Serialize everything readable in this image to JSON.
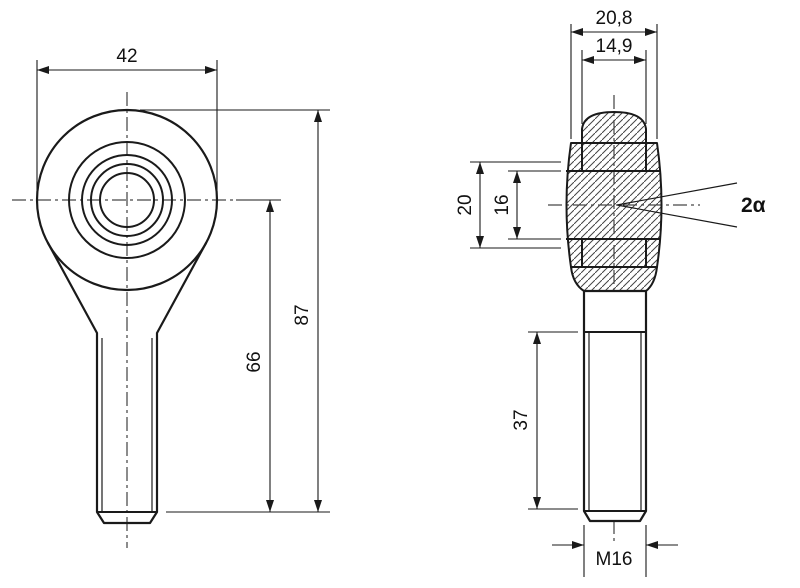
{
  "drawing": {
    "background": "#ffffff",
    "line_color": "#1a1a1a",
    "front_view": {
      "head_width": "42",
      "center_to_end": "66",
      "overall_length": "87"
    },
    "side_view": {
      "housing_width": "20,8",
      "ball_width": "14,9",
      "outer_ring_width": "20",
      "bore_width": "16",
      "tilt_angle": "2α",
      "thread_length": "37",
      "thread_size": "M16"
    }
  }
}
